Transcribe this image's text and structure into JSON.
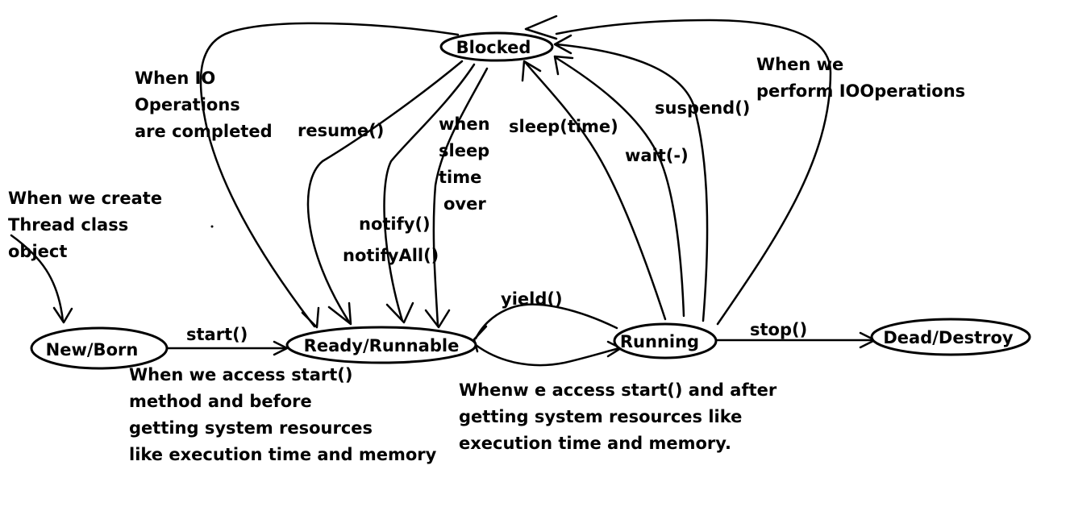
{
  "states": {
    "blocked": "Blocked",
    "new_born": "New/Born",
    "ready": "Ready/Runnable",
    "running": "Running",
    "dead": "Dead/Destroy"
  },
  "labels": {
    "create": [
      "When we create",
      "Thread class",
      "object"
    ],
    "io_completed": [
      "When IO",
      "Operations",
      "are completed"
    ],
    "resume": "resume()",
    "sleep_over": [
      "when",
      "sleep",
      "time",
      "over"
    ],
    "sleep": "sleep(time)",
    "suspend": "suspend()",
    "wait": "wait(-)",
    "io_perform": [
      "When we",
      "perform IOOperations"
    ],
    "notify": "notify()",
    "notify_all": "notifyAll()",
    "yield": "yield()",
    "start": "start()",
    "stop": "stop()",
    "ready_note": [
      "When we access start()",
      "method and before",
      "getting system resources",
      "like execution time and memory"
    ],
    "running_note": [
      "Whenw e access start() and after",
      "getting system resources like",
      "execution time and memory."
    ]
  }
}
